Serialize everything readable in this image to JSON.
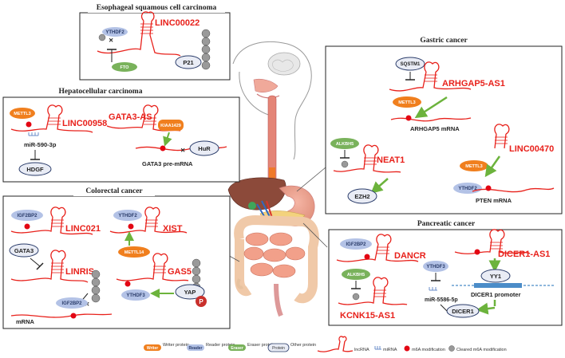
{
  "sections": {
    "esophageal": {
      "title": "Esophageal squamous cell carcinoma",
      "lncrna": "LINC00022",
      "proteins": {
        "reader": "YTHDF2",
        "eraser": "FTO",
        "other": "P21"
      }
    },
    "hepatocellular": {
      "title": "Hepatocellular carcinoma",
      "lncrna_a": "LINC00958",
      "lncrna_b": "GATA3-AS",
      "proteins": {
        "writer": "METTL3",
        "writer2": "KIAA1429",
        "other": "HuR",
        "target": "HDGF"
      },
      "labels": {
        "mirna": "miR-590-3p",
        "premrna": "GATA3 pre-mRNA"
      }
    },
    "colorectal": {
      "title": "Colorectal cancer",
      "lncrnas": [
        "LINC021",
        "XIST",
        "LINRIS",
        "GAS5"
      ],
      "proteins": {
        "igf_a": "IGF2BP2",
        "reader": "YTHDF2",
        "writer": "METTL14",
        "gata": "GATA3",
        "igf_b": "IGF2BP2",
        "ythdf3": "YTHDF3",
        "yap": "YAP",
        "p": "P"
      },
      "labels": {
        "mrna": "mRNA"
      }
    },
    "gastric": {
      "title": "Gastric cancer",
      "lncrnas": [
        "ARHGAP5-AS1",
        "NEAT1",
        "LINC00470"
      ],
      "proteins": {
        "sqstm": "SQSTM1",
        "writer": "METTL3",
        "eraser": "ALKBH5",
        "ezh": "EZH2",
        "writer2": "METTL3",
        "reader": "YTHDF2"
      },
      "labels": {
        "arhgap": "ARHGAP5 mRNA",
        "pten": "PTEN mRNA"
      }
    },
    "pancreatic": {
      "title": "Pancreatic cancer",
      "lncrnas": [
        "DANCR",
        "DICER1-AS1",
        "KCNK15-AS1"
      ],
      "proteins": {
        "igf": "IGF2BP2",
        "eraser": "ALKBH5",
        "ythdf3": "YTHDF3",
        "yy1": "YY1",
        "dicer": "DICER1"
      },
      "labels": {
        "mirna": "miR-5586-5p",
        "promoter": "DICER1 promoter"
      }
    }
  },
  "legend": {
    "writer_chip": "Writer",
    "writer_text": "Writer protein",
    "reader_chip": "Reader",
    "reader_text": "Reader protein",
    "eraser_chip": "Eraser",
    "eraser_text": "Eraser protein",
    "protein_chip": "Protein",
    "protein_text": "Other protein",
    "lncrna": "lncRNA",
    "mirna": "miRNA",
    "m6a": "m6A modification",
    "cleared": "Cleared m6A modification"
  },
  "colors": {
    "writer": "#f07f1e",
    "reader": "#b3c2e6",
    "eraser": "#79b25b",
    "rna": "#e8211b",
    "arrow": "#6cb33c"
  }
}
